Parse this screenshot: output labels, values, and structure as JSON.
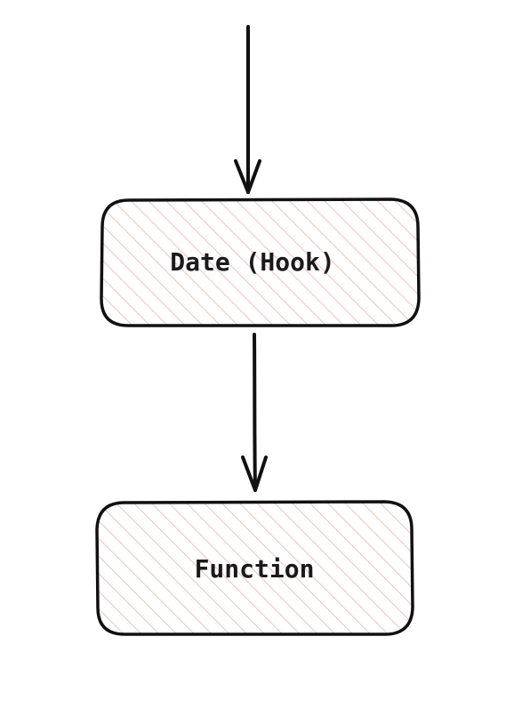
{
  "diagram": {
    "nodes": [
      {
        "id": "date-hook",
        "label": "Date (Hook)"
      },
      {
        "id": "function",
        "label": "Function"
      }
    ],
    "edges": [
      {
        "from": "",
        "to": "date-hook"
      },
      {
        "from": "date-hook",
        "to": "function"
      }
    ]
  },
  "colors": {
    "stroke": "#111111",
    "hatch": "#e8c4c2",
    "background": "#ffffff",
    "text": "#1a1a1a"
  }
}
